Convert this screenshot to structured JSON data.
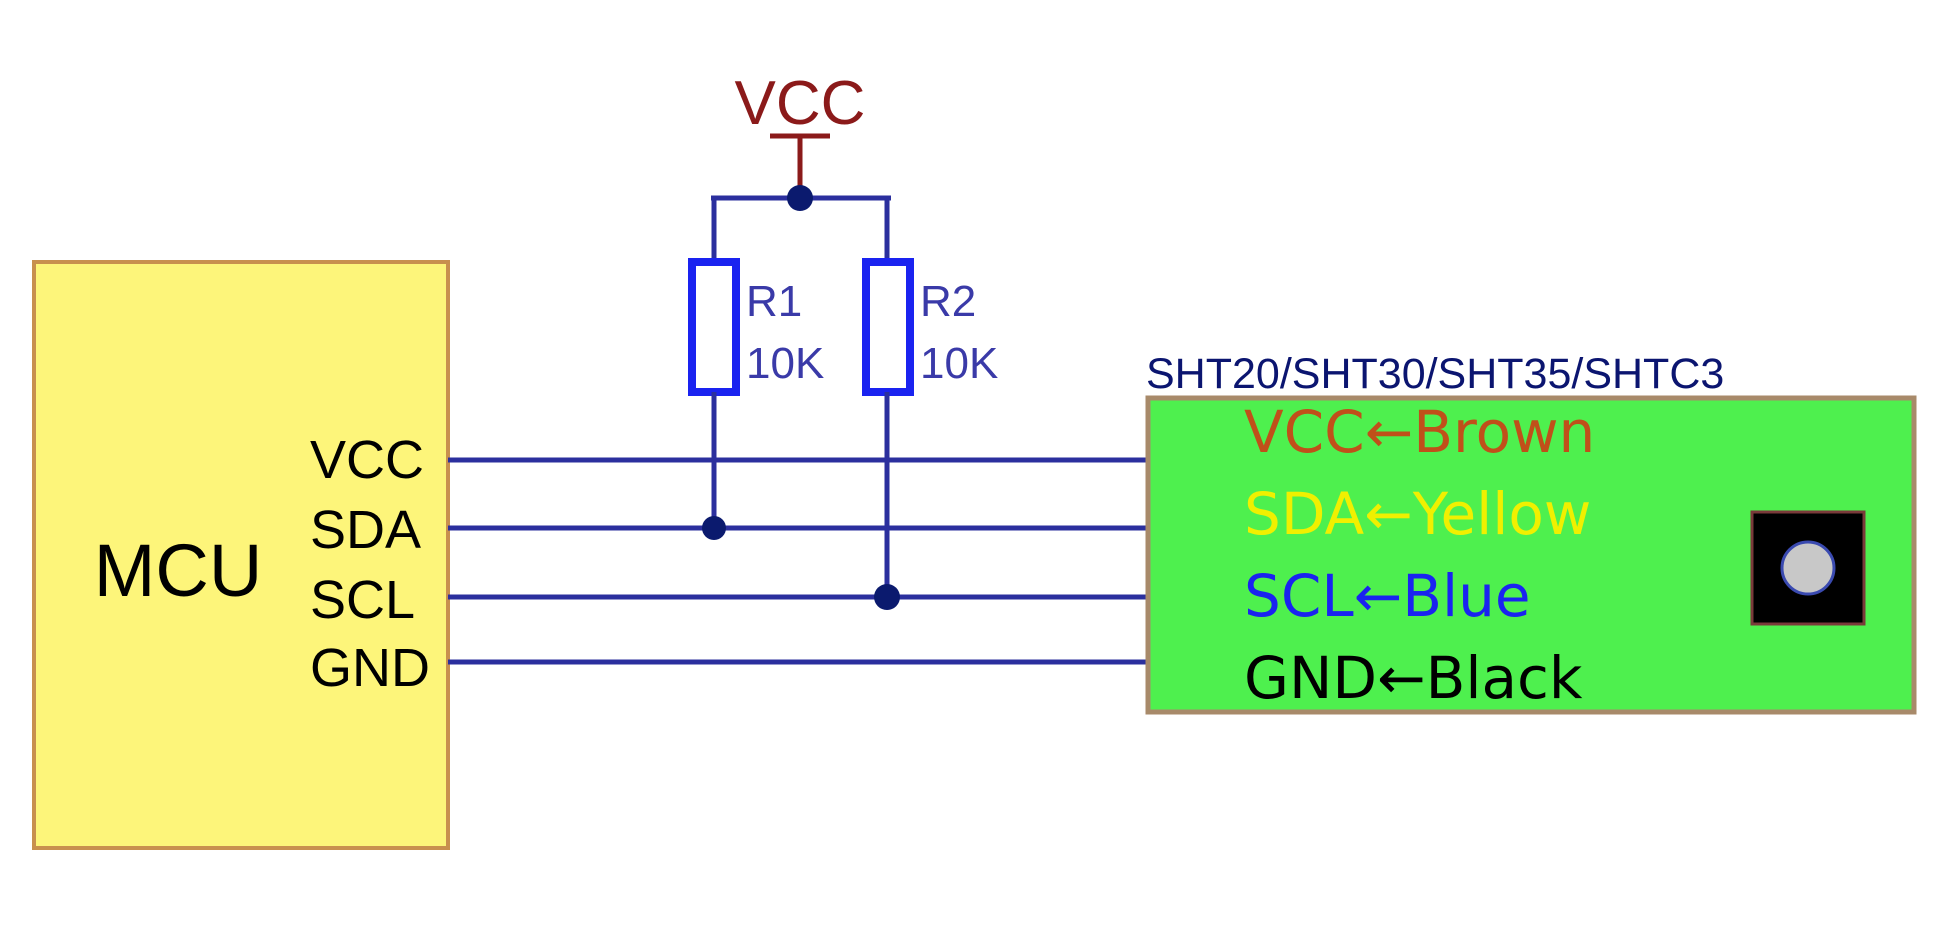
{
  "power": {
    "label": "VCC"
  },
  "resistors": [
    {
      "name": "R1",
      "value": "10K"
    },
    {
      "name": "R2",
      "value": "10K"
    }
  ],
  "mcu": {
    "title": "MCU",
    "pins": [
      "VCC",
      "SDA",
      "SCL",
      "GND"
    ]
  },
  "sensor": {
    "title": "SHT20/SHT30/SHT35/SHTC3",
    "wires": [
      {
        "text": "VCC←Brown"
      },
      {
        "text": "SDA←Yellow"
      },
      {
        "text": "SCL←Blue"
      },
      {
        "text": "GND←Black"
      }
    ]
  },
  "colors": {
    "wire": "#2b2f9e",
    "node": "#0b1a6e",
    "vcc": "#8b1a1a",
    "resistor": "#1a23f0",
    "resistor_label": "#3a3aa8",
    "mcu_fill": "#fdf57a",
    "mcu_border": "#c8904e",
    "sensor_fill": "#4ef04e",
    "sensor_border": "#a88a6a",
    "sensor_title": "#0b1570",
    "wire_brown": "#c0501a",
    "wire_yellow": "#f0f000",
    "wire_blue": "#1a23f0",
    "wire_black": "#000000"
  }
}
